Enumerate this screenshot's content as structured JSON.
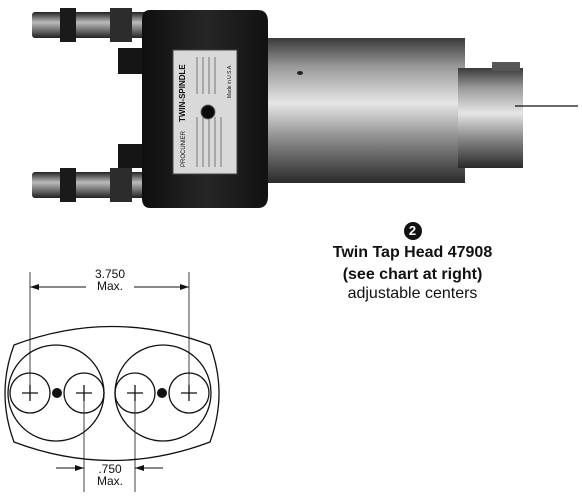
{
  "callout": {
    "number": "2",
    "title_line1": "Twin Tap Head 47908",
    "title_line2": "(see chart at right)",
    "description": "adjustable centers"
  },
  "plate": {
    "brand": "PROCUNIER",
    "model": "TWIN-SPINDLE",
    "origin": "Made in U.S.A."
  },
  "dimensions": {
    "outer_value": "3.750",
    "outer_suffix": "Max.",
    "inner_value": ".750",
    "inner_suffix": "Max."
  },
  "colors": {
    "ink": "#111111",
    "paper": "#ffffff"
  }
}
